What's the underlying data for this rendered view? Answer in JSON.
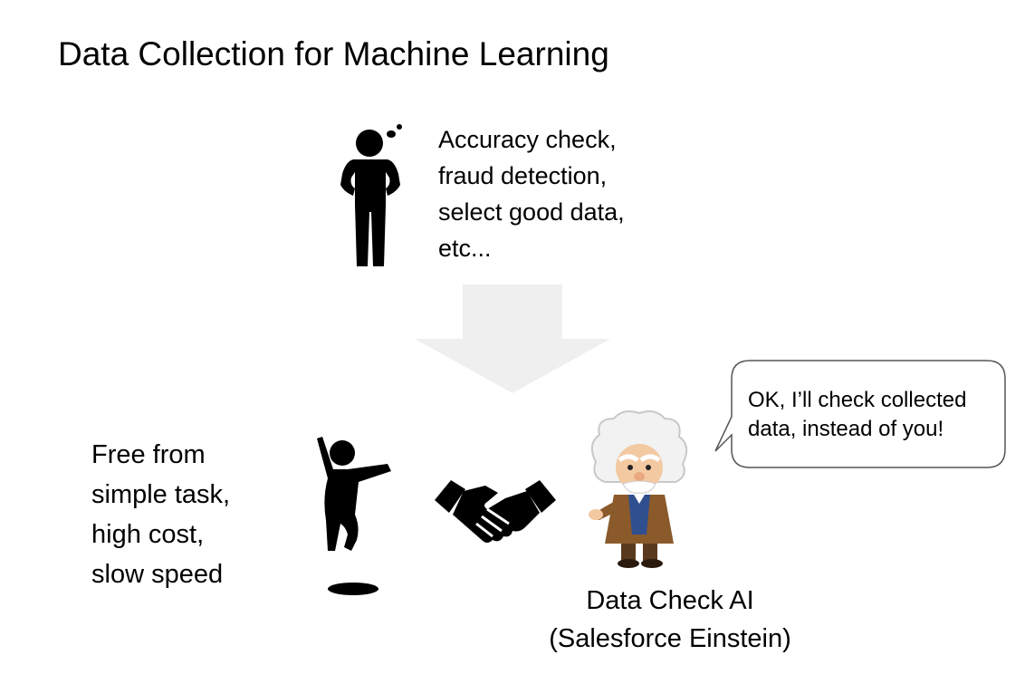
{
  "title": "Data Collection for Machine Learning",
  "top_tasks": {
    "lines": [
      "Accuracy check,",
      "fraud detection,",
      "select good data,",
      "etc..."
    ]
  },
  "freedom": {
    "lines": [
      "Free from",
      "simple task,",
      "high cost,",
      "slow speed"
    ]
  },
  "speech_bubble": {
    "lines": [
      "OK, I’ll check collected",
      "data, instead of you!"
    ]
  },
  "ai_label": {
    "line1": "Data Check AI",
    "line2": "(Salesforce Einstein)"
  },
  "icons": {
    "thinking_person": "thinking-person-icon",
    "arrow": "down-arrow-icon",
    "jumping_person": "jumping-person-icon",
    "handshake": "handshake-icon",
    "einstein": "einstein-mascot-icon"
  },
  "colors": {
    "arrow": "#efefef",
    "icon": "#000000",
    "bubble_border": "#555555",
    "coat": "#8a5a2b",
    "vest": "#2f4f8f"
  }
}
